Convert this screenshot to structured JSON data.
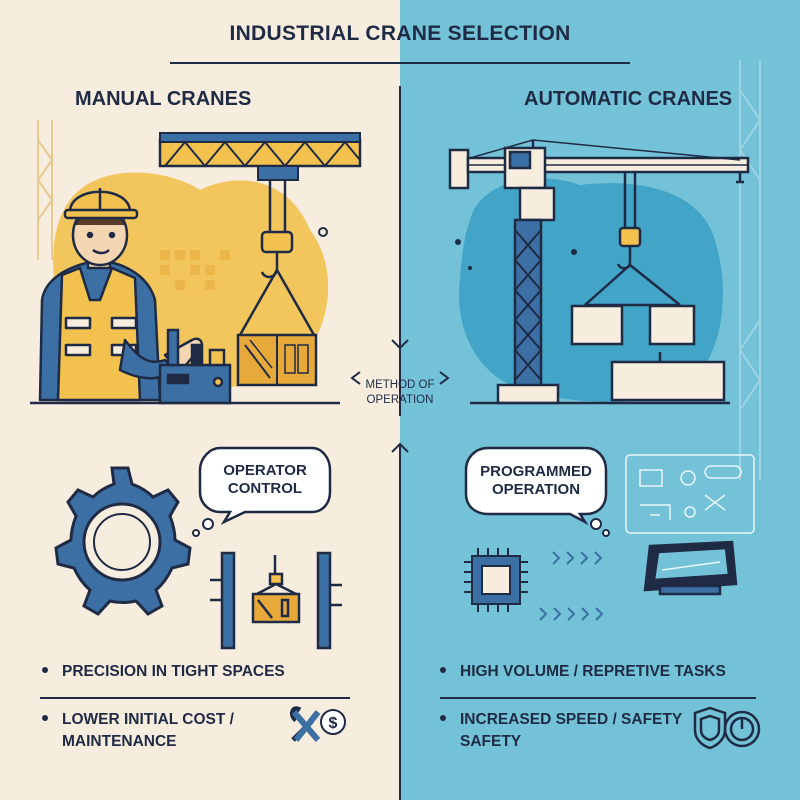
{
  "title": "INDUSTRIAL CRANE SELECTION",
  "manual": {
    "heading": "MANUAL CRANES",
    "bubble": [
      "OPERATOR",
      "CONTROL"
    ],
    "bullets": [
      "PRECISION IN TIGHT SPACES",
      "LOWER INITIAL COST /",
      "MAINTENANCE"
    ]
  },
  "automatic": {
    "heading": "AUTOMATIC CRANES",
    "bubble": [
      "PROGRAMMED",
      "OPERATION"
    ],
    "bullets": [
      "HIGH VOLUME / REPRETIVE TASKS",
      "INCREASED SPEED / SAFETY",
      "SAFETY"
    ]
  },
  "center": {
    "method": [
      "METHOD OF",
      "OPERATION"
    ]
  },
  "icons": {
    "dollar_symbol": "$"
  },
  "colors": {
    "navy": "#1f2a44",
    "blue": "#3c6fa3",
    "yellow": "#f2c14e",
    "cream": "#f6eddf",
    "teal": "#74c2d8"
  }
}
